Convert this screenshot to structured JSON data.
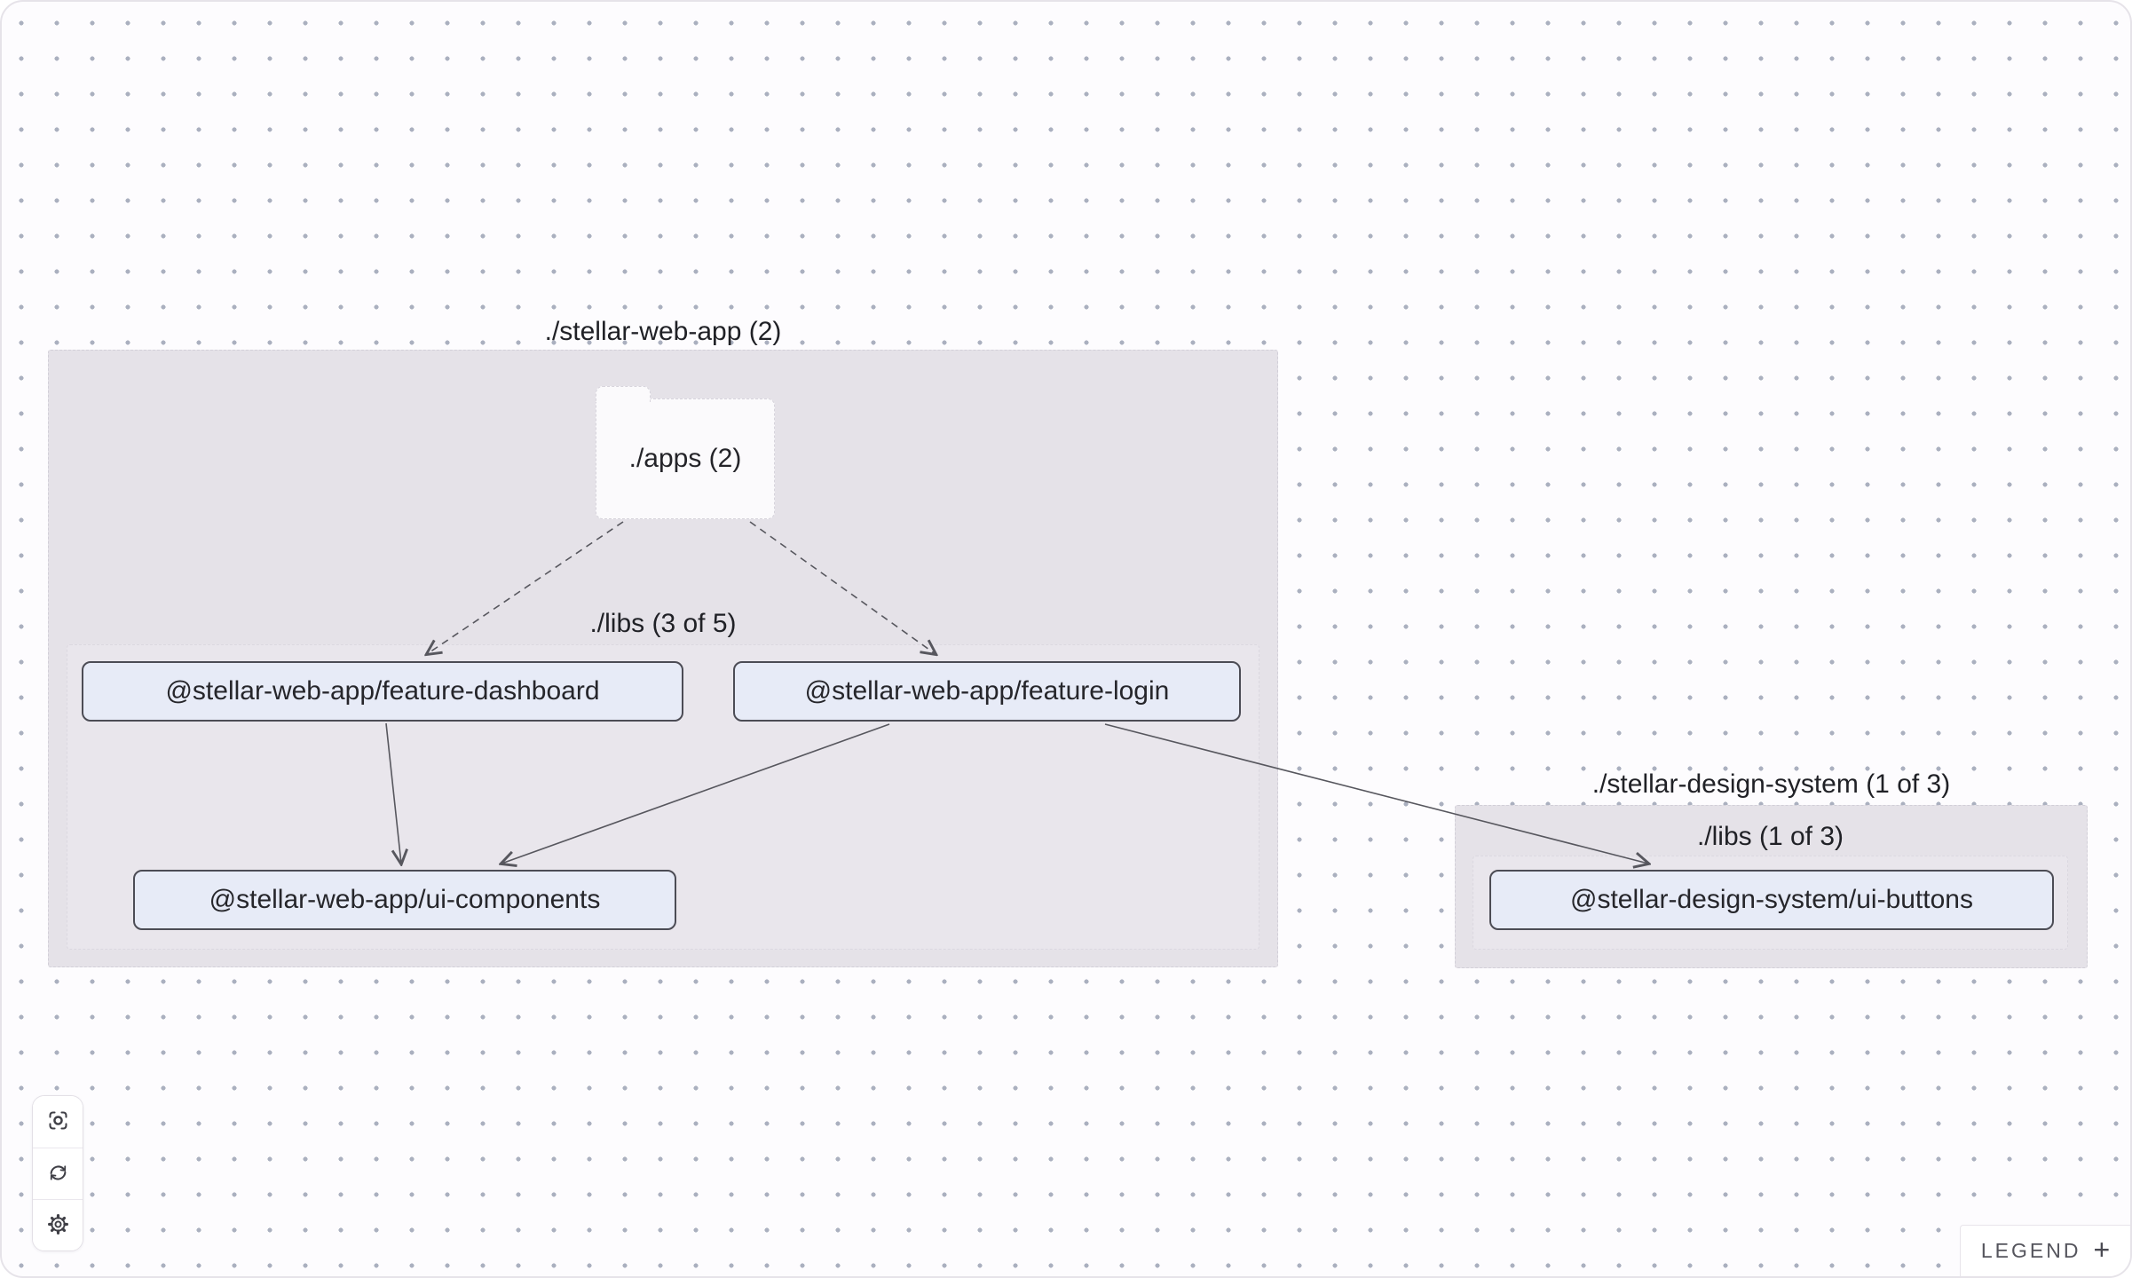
{
  "graph": {
    "group_web_app": {
      "label": "./stellar-web-app (2)",
      "apps_folder": {
        "label": "./apps (2)"
      },
      "libs": {
        "label": "./libs (3 of 5)"
      },
      "nodes": {
        "feature_dashboard": "@stellar-web-app/feature-dashboard",
        "feature_login": "@stellar-web-app/feature-login",
        "ui_components": "@stellar-web-app/ui-components"
      }
    },
    "group_design_system": {
      "label": "./stellar-design-system (1 of 3)",
      "libs": {
        "label": "./libs (1 of 3)"
      },
      "nodes": {
        "ui_buttons": "@stellar-design-system/ui-buttons"
      }
    },
    "edges": [
      {
        "from": "./apps",
        "to": "@stellar-web-app/feature-dashboard",
        "type": "dashed"
      },
      {
        "from": "./apps",
        "to": "@stellar-web-app/feature-login",
        "type": "dashed"
      },
      {
        "from": "@stellar-web-app/feature-dashboard",
        "to": "@stellar-web-app/ui-components",
        "type": "solid"
      },
      {
        "from": "@stellar-web-app/feature-login",
        "to": "@stellar-web-app/ui-components",
        "type": "solid"
      },
      {
        "from": "@stellar-web-app/feature-login",
        "to": "@stellar-design-system/ui-buttons",
        "type": "solid"
      }
    ]
  },
  "toolbar": {
    "buttons": [
      {
        "icon": "focus-icon"
      },
      {
        "icon": "refresh-icon"
      },
      {
        "icon": "settings-icon"
      }
    ]
  },
  "legend": {
    "label": "LEGEND",
    "expand_glyph": "+"
  },
  "colors": {
    "canvas_background": "#fdfcfe",
    "dot_grid": "#aab0bf",
    "group_fill": "#e5e2e8",
    "libs_fill": "#e9e6ec",
    "node_fill": "#e7ebf7",
    "node_border": "#4c4c55",
    "edge": "#57575e"
  }
}
